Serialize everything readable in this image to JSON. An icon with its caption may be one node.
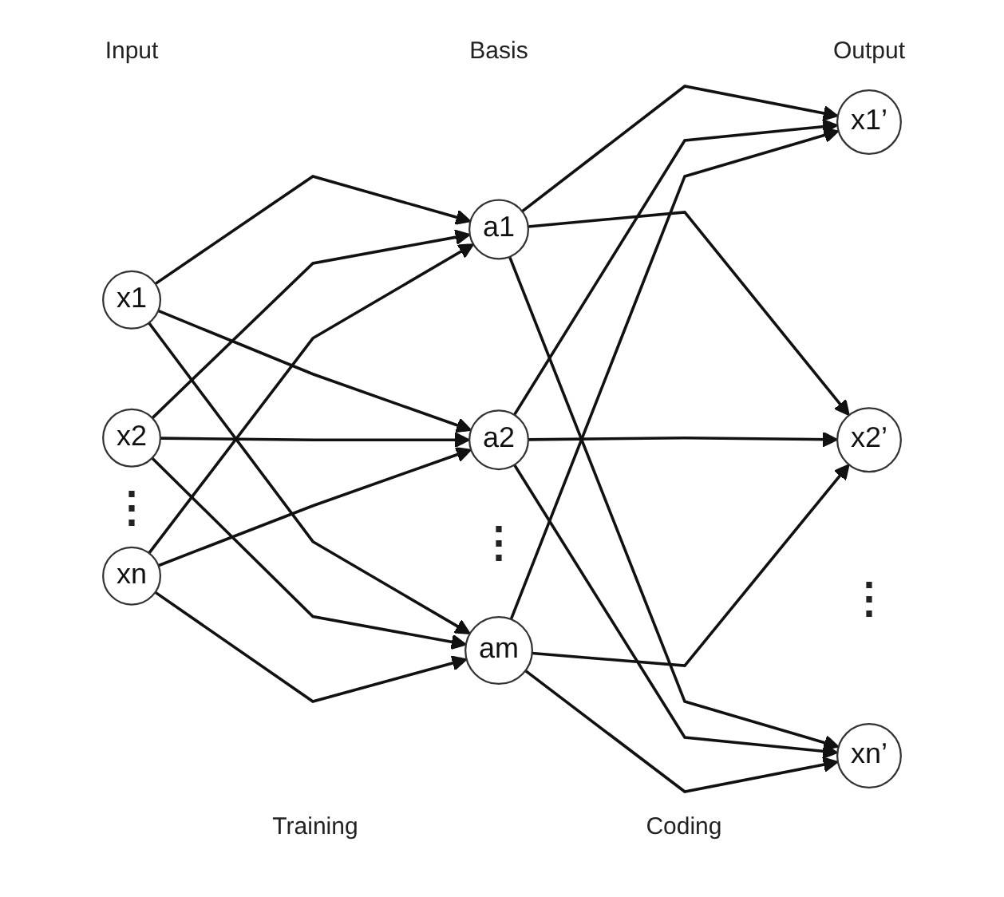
{
  "diagram": {
    "nodes": [
      {
        "text": [
          "x1"
        ]
      },
      {
        "text": [
          "x2"
        ]
      },
      {
        "text": [
          "xn"
        ]
      },
      {
        "text": [
          "a1"
        ]
      },
      {
        "text": [
          "a2"
        ]
      },
      {
        "text": [
          "am"
        ]
      },
      {
        "text": [
          "x1’"
        ]
      },
      {
        "text": [
          "x2’"
        ]
      },
      {
        "text": [
          "xn’"
        ]
      }
    ],
    "edges": [
      {
        "from": 0,
        "to": 3,
        "arrow": "to"
      },
      {
        "from": 0,
        "to": 4,
        "arrow": "to"
      },
      {
        "from": 0,
        "to": 5,
        "arrow": "to"
      },
      {
        "from": 1,
        "to": 3,
        "arrow": "to"
      },
      {
        "from": 1,
        "to": 4,
        "arrow": "to"
      },
      {
        "from": 1,
        "to": 5,
        "arrow": "to"
      },
      {
        "from": 2,
        "to": 3,
        "arrow": "to"
      },
      {
        "from": 2,
        "to": 4,
        "arrow": "to"
      },
      {
        "from": 2,
        "to": 5,
        "arrow": "to"
      },
      {
        "from": 3,
        "to": 6,
        "arrow": "to"
      },
      {
        "from": 3,
        "to": 7,
        "arrow": "to"
      },
      {
        "from": 3,
        "to": 8,
        "arrow": "to"
      },
      {
        "from": 4,
        "to": 6,
        "arrow": "to"
      },
      {
        "from": 4,
        "to": 7,
        "arrow": "to"
      },
      {
        "from": 4,
        "to": 8,
        "arrow": "to"
      },
      {
        "from": 5,
        "to": 6,
        "arrow": "to"
      },
      {
        "from": 5,
        "to": 7,
        "arrow": "to"
      },
      {
        "from": 5,
        "to": 8,
        "arrow": "to"
      }
    ],
    "labels": [
      "Input",
      "Basis",
      "Output",
      "⋮",
      "⋮",
      "⋮",
      "Training",
      "Coding"
    ]
  }
}
